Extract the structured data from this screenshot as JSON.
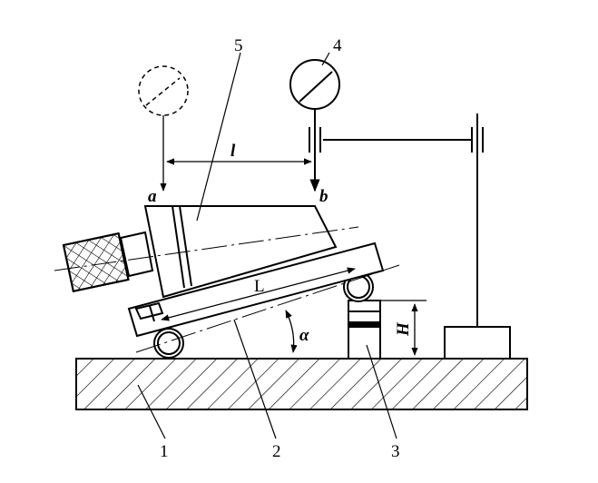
{
  "labels": {
    "base_plate": "1",
    "sine_bar": "2",
    "gauge_blocks": "3",
    "dial_indicator": "4",
    "workpiece": "5",
    "point_a": "a",
    "point_b": "b",
    "distance_l": "l",
    "length_L": "L",
    "height_H": "H",
    "angle_alpha": "α"
  },
  "colors": {
    "ink": "#000000",
    "background": "#ffffff"
  }
}
